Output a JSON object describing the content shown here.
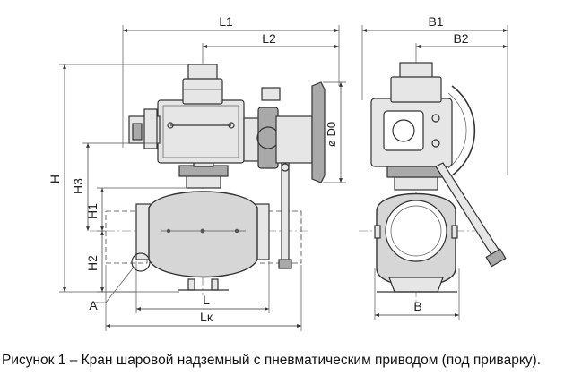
{
  "caption": "Рисунок 1 – Кран шаровой надземный с пневматическим приводом (под приварку).",
  "dims": {
    "L1": "L1",
    "L2": "L2",
    "B1": "B1",
    "B2": "B2",
    "H": "H",
    "H1": "H1",
    "H2": "H2",
    "H3": "H3",
    "D0": "ø D0",
    "L": "L",
    "Lk": "Lк",
    "B": "B",
    "A": "A"
  }
}
